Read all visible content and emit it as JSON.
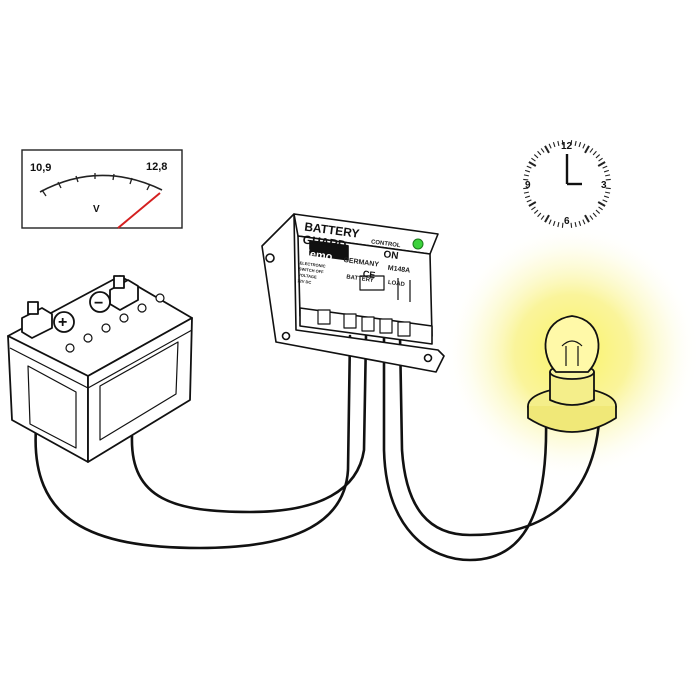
{
  "voltmeter": {
    "min_label": "10,9",
    "max_label": "12,8",
    "unit": "V",
    "needle_color": "#d42020"
  },
  "clock": {
    "numerals": {
      "twelve": "12",
      "three": "3",
      "six": "6",
      "nine": "9"
    }
  },
  "battery": {
    "plus_symbol": "+",
    "minus_symbol": "−"
  },
  "module": {
    "title_line1": "BATTERY",
    "title_line2": "GUARD",
    "control_label": "CONTROL",
    "on_label": "ON",
    "brand": "Kemo",
    "country": "GERMANY",
    "ce_mark": "CE",
    "model": "M148A",
    "small_lines": [
      "ELECTRONIC",
      "SWITCH OFF",
      "VOLTAGE",
      "12V DC"
    ],
    "battery_label": "BATTERY",
    "load_label": "LOAD",
    "led_color": "#3cd23c"
  },
  "lamp": {
    "glow_color": "#f5ee3a",
    "bulb_color": "#fff9a8"
  }
}
